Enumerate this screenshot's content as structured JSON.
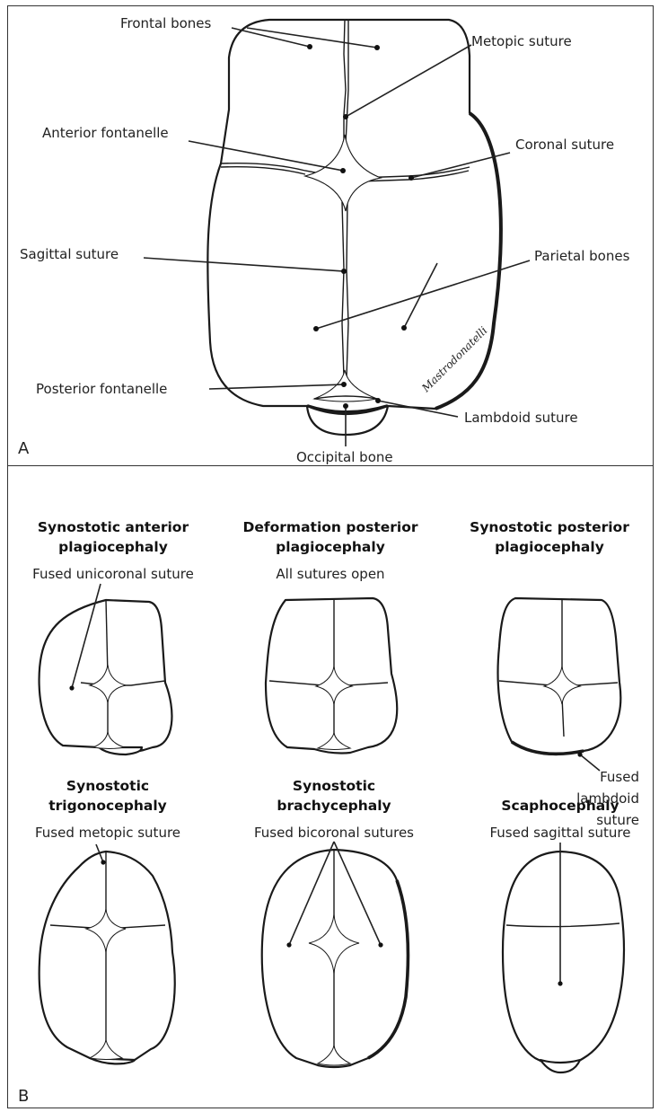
{
  "panel_a": {
    "panel_letter": "A",
    "labels": {
      "frontal_bones": "Frontal bones",
      "metopic_suture": "Metopic suture",
      "anterior_fontanelle": "Anterior fontanelle",
      "coronal_suture": "Coronal suture",
      "sagittal_suture": "Sagittal suture",
      "parietal_bones": "Parietal bones",
      "posterior_fontanelle": "Posterior fontanelle",
      "lambdoid_suture": "Lambdoid suture",
      "occipital_bone": "Occipital bone"
    },
    "signature": "Mastrodonatelli"
  },
  "panel_b": {
    "panel_letter": "B",
    "conditions": [
      {
        "title_line1": "Synostotic anterior",
        "title_line2": "plagiocephaly",
        "caption": "Fused unicoronal suture"
      },
      {
        "title_line1": "Deformation posterior",
        "title_line2": "plagiocephaly",
        "caption": "All sutures open"
      },
      {
        "title_line1": "Synostotic posterior",
        "title_line2": "plagiocephaly",
        "caption": ""
      },
      {
        "title_line1": "Synostotic",
        "title_line2": "trigonocephaly",
        "caption": "Fused metopic suture"
      },
      {
        "title_line1": "Synostotic",
        "title_line2": "brachycephaly",
        "caption": "Fused bicoronal sutures"
      },
      {
        "title_line1": "Scaphocephaly",
        "title_line2": "",
        "caption": "Fused sagittal suture"
      }
    ],
    "lambdoid_note": [
      "Fused",
      "lambdoid",
      "suture"
    ]
  }
}
